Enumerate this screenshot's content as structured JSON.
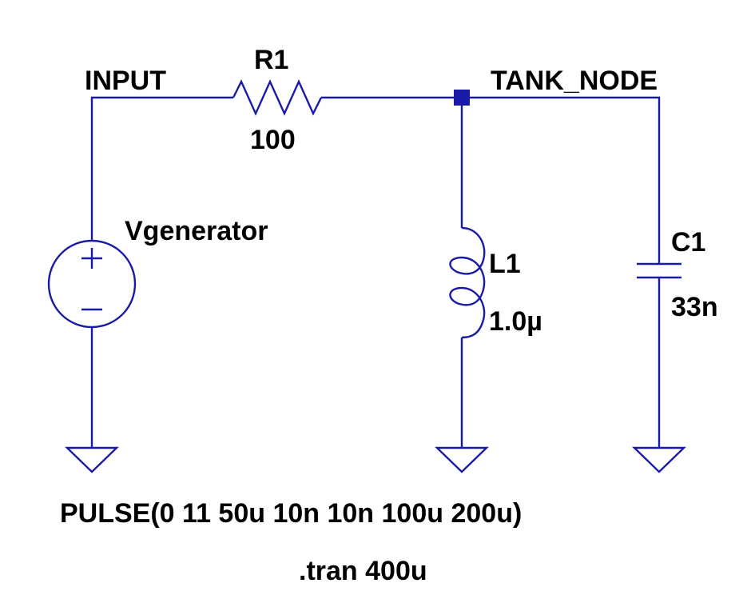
{
  "colors": {
    "wire": "#1a1aa8",
    "text": "#000000",
    "background": "#ffffff"
  },
  "nets": {
    "input": "INPUT",
    "tank": "TANK_NODE"
  },
  "resistor": {
    "name": "R1",
    "value": "100"
  },
  "source": {
    "name": "Vgenerator",
    "plus": "+",
    "minus": "−"
  },
  "inductor": {
    "name": "L1",
    "value": "1.0µ"
  },
  "capacitor": {
    "name": "C1",
    "value": "33n"
  },
  "directives": {
    "pulse": "PULSE(0 11 50u 10n 10n 100u 200u)",
    "tran": ".tran 400u"
  }
}
